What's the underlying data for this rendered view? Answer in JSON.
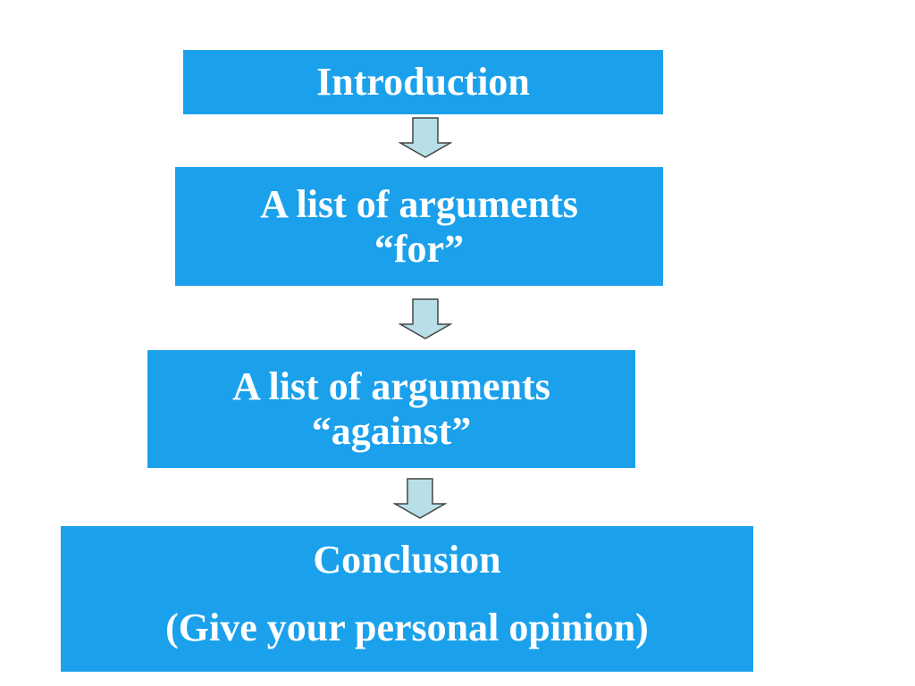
{
  "diagram": {
    "boxes": {
      "introduction": {
        "label": "Introduction"
      },
      "arguments_for": {
        "line1": "A list of arguments",
        "line2": "“for”"
      },
      "arguments_against": {
        "line1": "A list of arguments",
        "line2": "“against”"
      },
      "conclusion": {
        "line1": "Conclusion",
        "line2": "(Give your personal opinion)"
      }
    },
    "colors": {
      "box_fill": "#1ba1ec",
      "box_text": "#ffffff",
      "arrow_fill": "#b8dfe8",
      "arrow_stroke": "#444444"
    },
    "arrows": [
      "down-arrow-icon",
      "down-arrow-icon",
      "down-arrow-icon"
    ]
  }
}
